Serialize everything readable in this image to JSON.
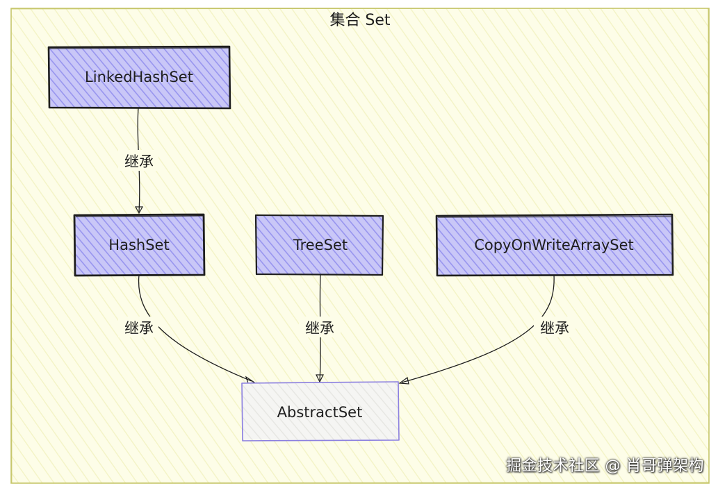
{
  "group": {
    "title": "集合 Set",
    "fill": "#fdfde8",
    "stroke": "#c6c66a"
  },
  "nodes": {
    "linkedhashset": "LinkedHashSet",
    "hashset": "HashSet",
    "treeset": "TreeSet",
    "copyonwritearrayset": "CopyOnWriteArraySet",
    "abstractset": "AbstractSet"
  },
  "edges": {
    "linkedhashset_to_hashset": "继承",
    "hashset_to_abstractset": "继承",
    "treeset_to_abstractset": "继承",
    "copyonwritearrayset_to_abstractset": "继承"
  },
  "colors": {
    "node_fill": "#b3b0f5",
    "node_stroke": "#1e1e1e",
    "base_fill": "#f1f1ef",
    "base_stroke": "#8b7fe0",
    "edge": "#1e1e1e"
  },
  "watermark": "掘金技术社区 @ 肖哥弹架构"
}
